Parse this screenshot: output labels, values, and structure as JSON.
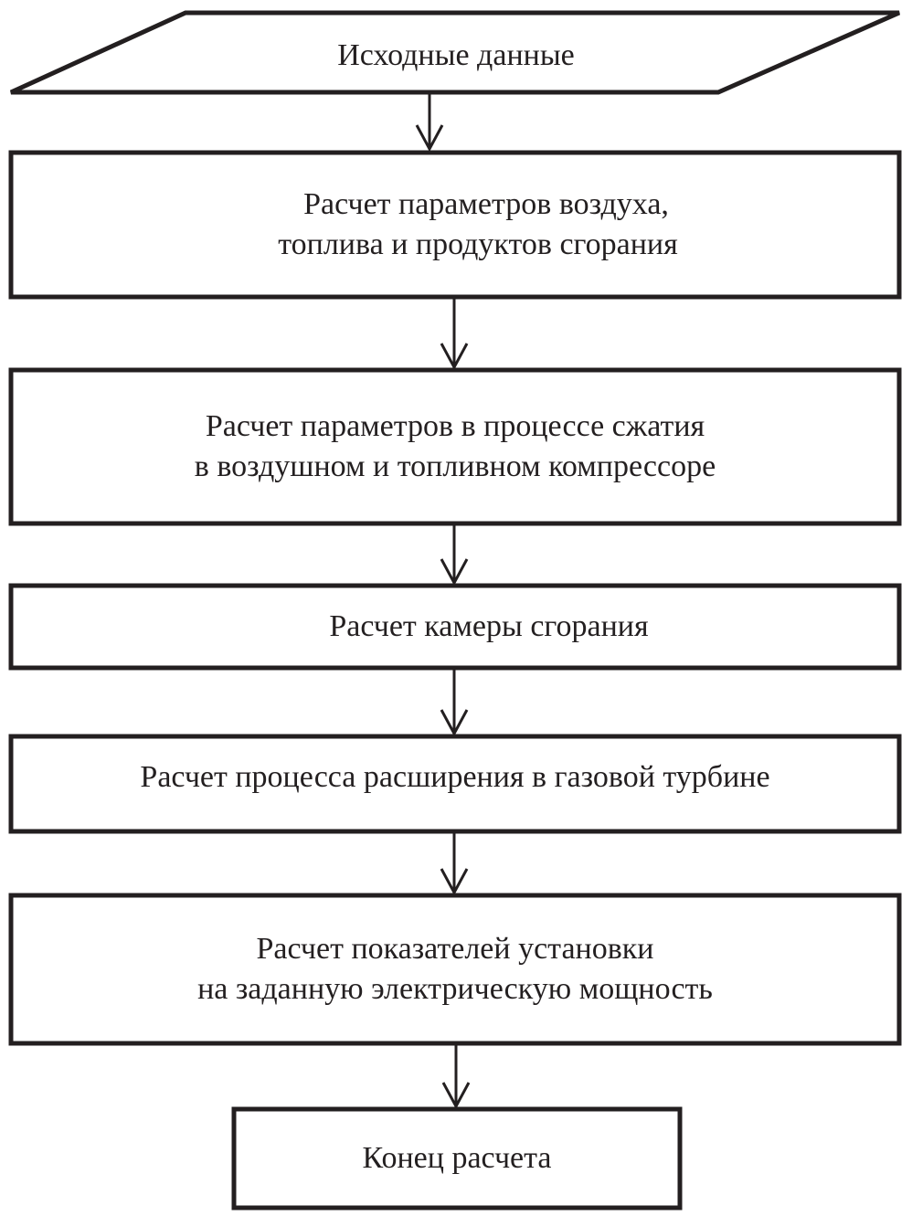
{
  "diagram": {
    "type": "flowchart",
    "stroke_color": "#231f20",
    "fill_color": "#ffffff",
    "nodes": [
      {
        "id": "input",
        "shape": "parallelogram",
        "lines": [
          "Исходные данные"
        ]
      },
      {
        "id": "step1",
        "shape": "rect",
        "lines": [
          "Расчет параметров воздуха,",
          "топлива и продуктов сгорания"
        ]
      },
      {
        "id": "step2",
        "shape": "rect",
        "lines": [
          "Расчет параметров в процессе сжатия",
          "в воздушном и топливном компрессоре"
        ]
      },
      {
        "id": "step3",
        "shape": "rect",
        "lines": [
          "Расчет камеры сгорания"
        ]
      },
      {
        "id": "step4",
        "shape": "rect",
        "lines": [
          "Расчет процесса расширения в газовой турбине"
        ]
      },
      {
        "id": "step5",
        "shape": "rect",
        "lines": [
          "Расчет показателей установки",
          "на заданную электрическую мощность"
        ]
      },
      {
        "id": "end",
        "shape": "rect",
        "lines": [
          "Конец расчета"
        ]
      }
    ],
    "edges": [
      {
        "from": "input",
        "to": "step1"
      },
      {
        "from": "step1",
        "to": "step2"
      },
      {
        "from": "step2",
        "to": "step3"
      },
      {
        "from": "step3",
        "to": "step4"
      },
      {
        "from": "step4",
        "to": "step5"
      },
      {
        "from": "step5",
        "to": "end"
      }
    ]
  }
}
